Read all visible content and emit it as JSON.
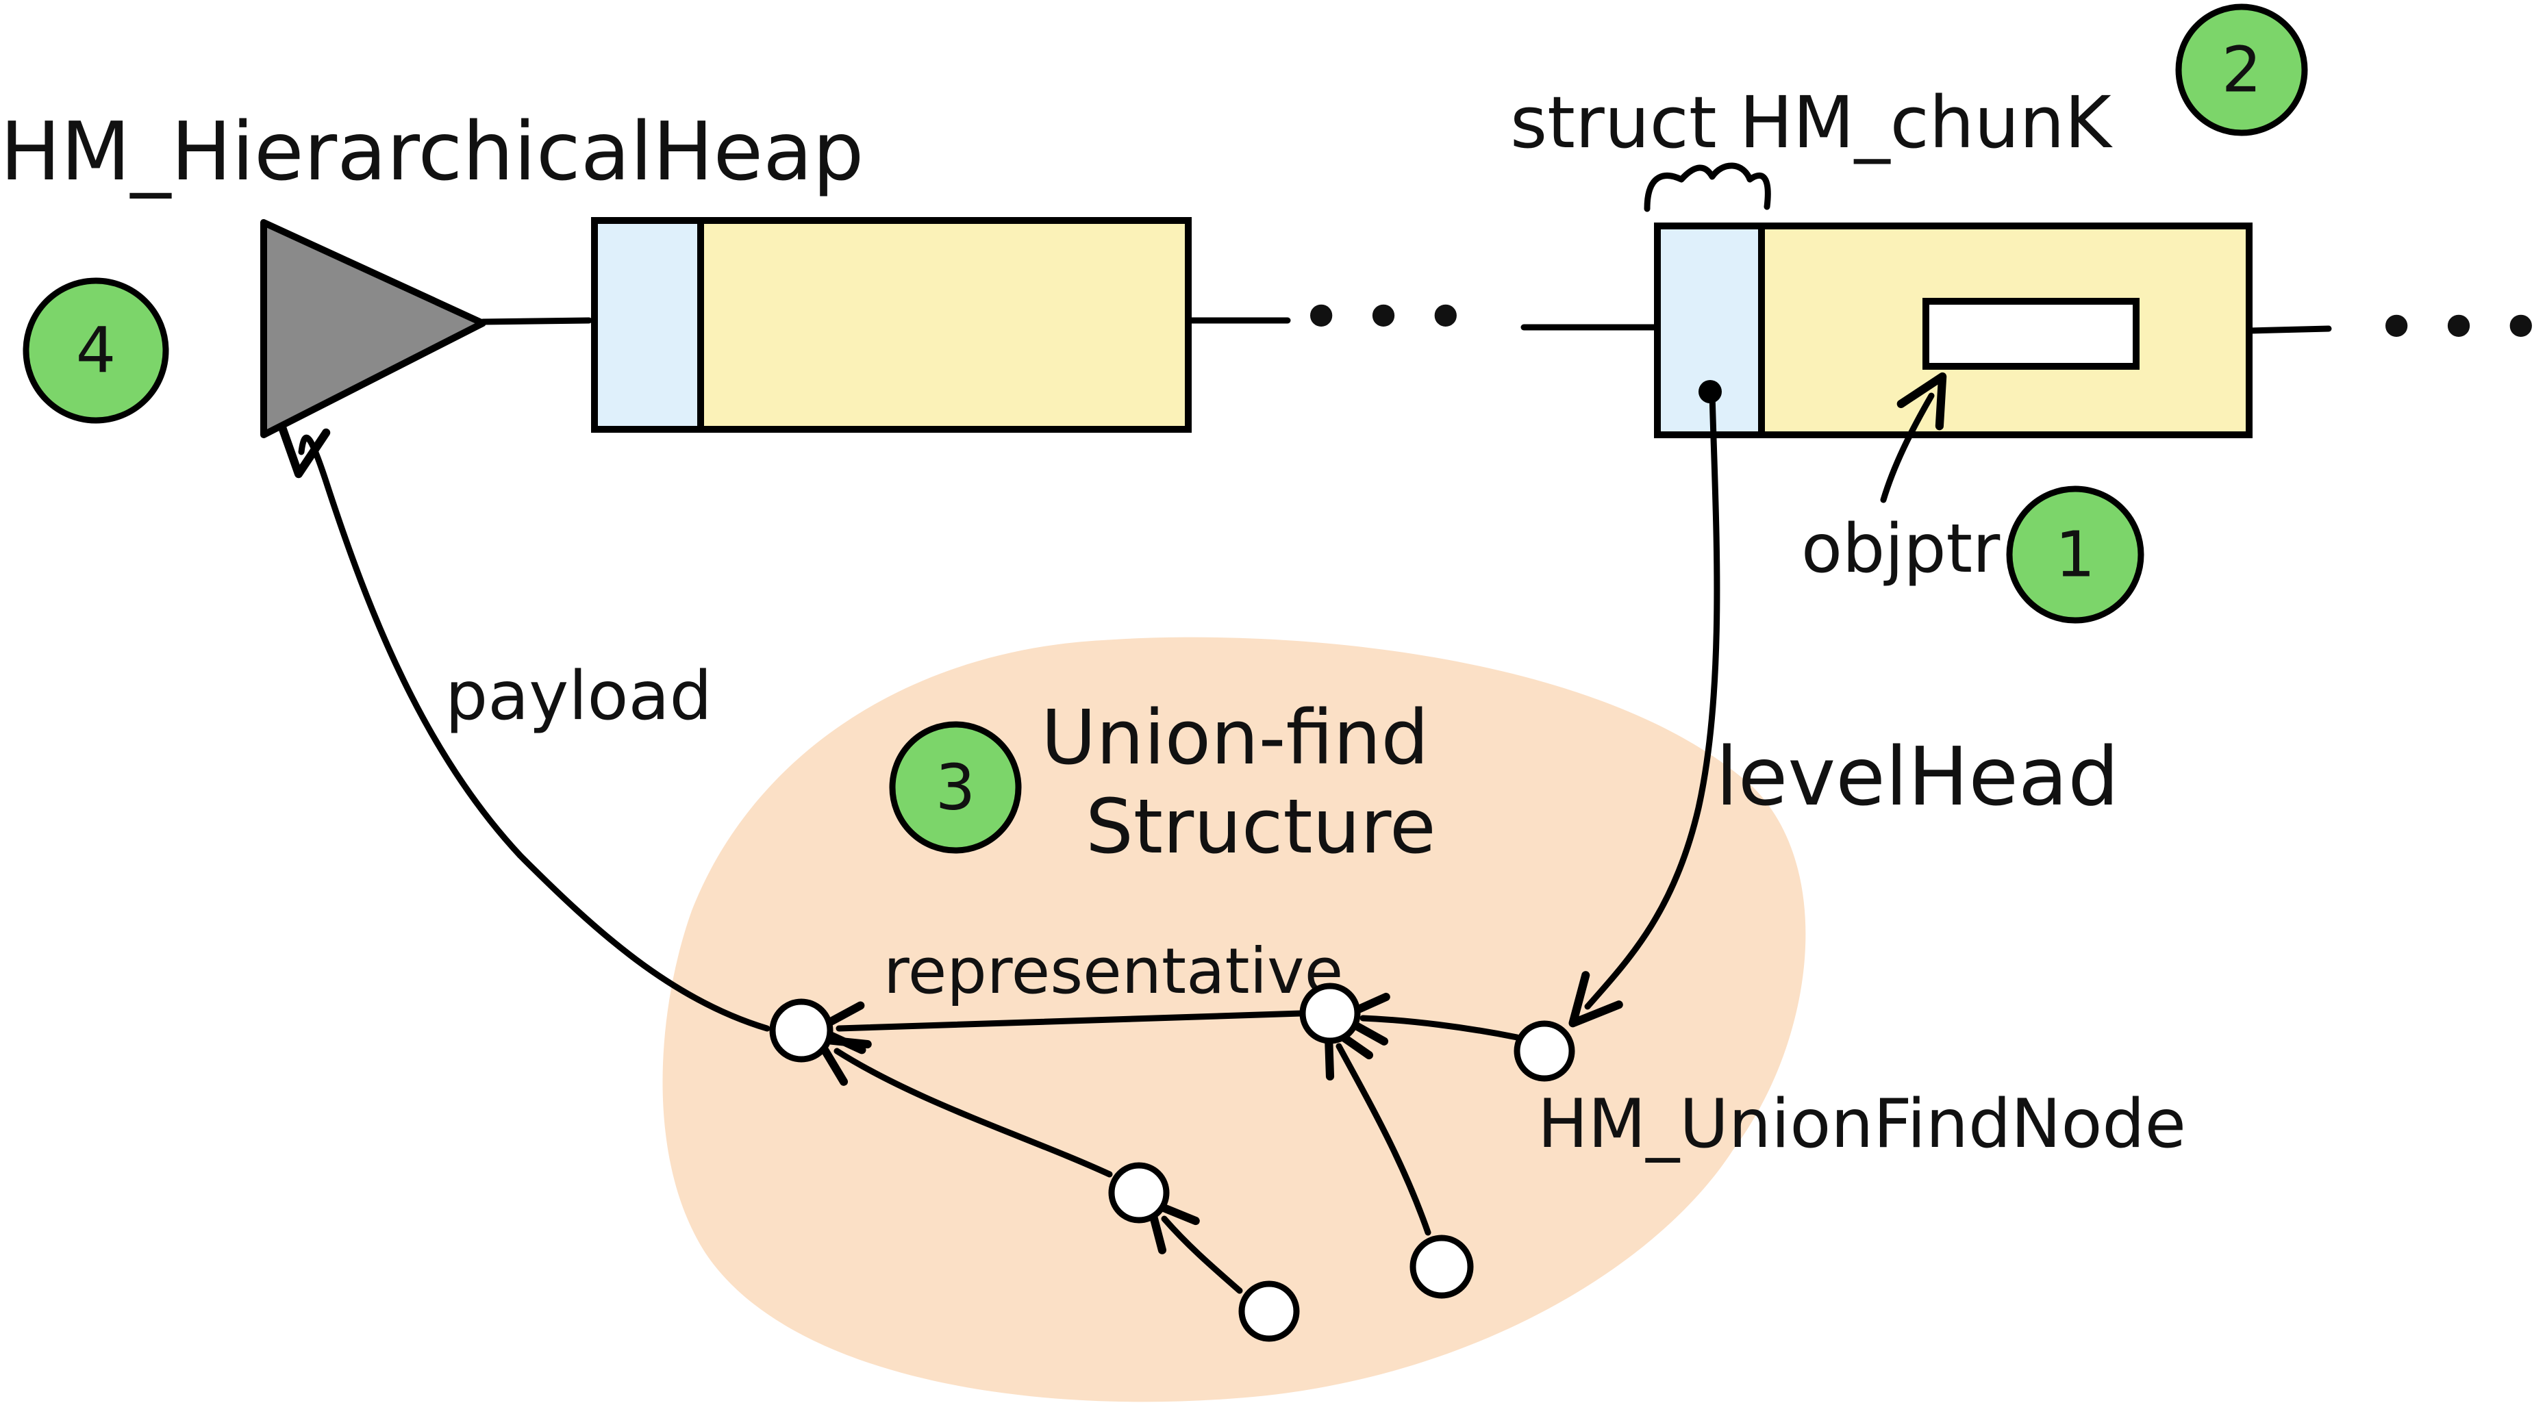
{
  "labels": {
    "hierarchical_heap": "HM_HierarchicalHeap",
    "struct_chunk": "struct HM_chunK",
    "objptr": "objptr",
    "payload": "payload",
    "union_find": "Union-find",
    "structure": "Structure",
    "level_head": "levelHead",
    "representative": "representative",
    "union_find_node": "HM_UnionFindNode",
    "ellipsis_middle": "• • •",
    "ellipsis_end": "• • •"
  },
  "badges": {
    "b1": "1",
    "b2": "2",
    "b3": "3",
    "b4": "4"
  },
  "colors": {
    "chunk_header": "#dff0fb",
    "chunk_body": "#fbf2b8",
    "blob": "#fbe0c6",
    "triangle": "#8a8a8a",
    "badge": "#7cd56a",
    "ink": "#000000"
  }
}
